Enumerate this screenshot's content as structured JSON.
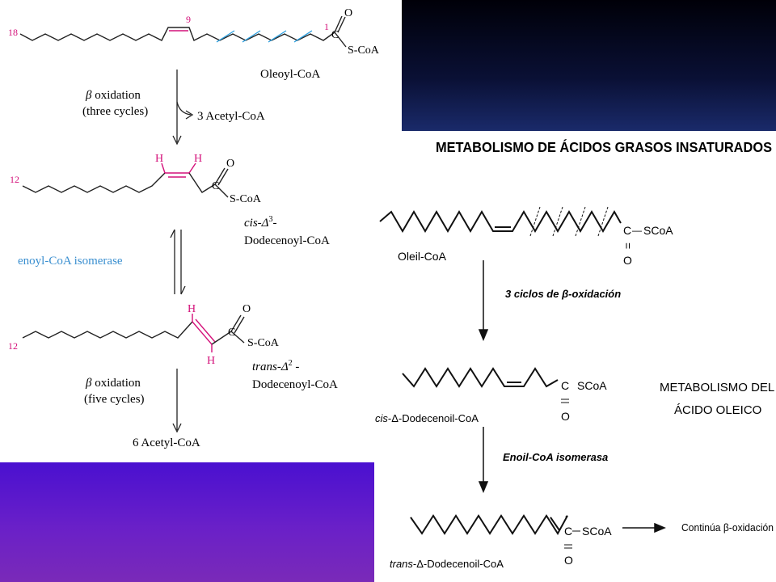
{
  "left": {
    "oleoyl": {
      "num18": "18",
      "num9": "9",
      "num1": "1",
      "carbonyl_o": "O",
      "carbonyl_c": "C",
      "thioester": "S-CoA",
      "name": "Oleoyl-CoA"
    },
    "step1": {
      "greek": "β",
      "line1": "oxidation",
      "line2": "(three cycles)",
      "product": "3 Acetyl-CoA"
    },
    "cis": {
      "num12": "12",
      "h1": "H",
      "h2": "H",
      "carbonyl_o": "O",
      "carbonyl_c": "C",
      "thioester": "S-CoA",
      "name_prefix": "cis-Δ",
      "name_sup": "3",
      "name_dash": "-",
      "name2": "Dodecenoyl-CoA"
    },
    "enzyme": "enoyl-CoA isomerase",
    "trans": {
      "num12": "12",
      "h1": "H",
      "h2": "H",
      "carbonyl_o": "O",
      "carbonyl_c": "C",
      "thioester": "S-CoA",
      "name_prefix": "trans-Δ",
      "name_sup": "2",
      "name_dash": " -",
      "name2": "Dodecenoyl-CoA"
    },
    "step2": {
      "greek": "β",
      "line1": "oxidation",
      "line2": "(five cycles)",
      "product": "6 Acetyl-CoA"
    }
  },
  "right": {
    "heading": "METABOLISMO DE ÁCIDOS GRASOS INSATURADOS",
    "oleil": {
      "name": "Oleil-CoA",
      "c": "C",
      "dash": "—",
      "scoa": "SCoA",
      "eq": "=",
      "o": "O"
    },
    "arrow1": {
      "pre": "3 ciclos de ",
      "greek": "β",
      "post": "-oxidación"
    },
    "cis": {
      "name_italic": "cis",
      "name_delta": "-Δ",
      "name_rest": "-Dodecenoil-CoA",
      "c": "C",
      "scoa": "SCoA",
      "o": "O"
    },
    "side_label": {
      "line1": "METABOLISMO DEL",
      "line2": "ÁCIDO OLEICO"
    },
    "arrow2": "Enoil-CoA isomerasa",
    "trans": {
      "name_italic": "trans",
      "name_delta": "-Δ",
      "name_rest": "-Dodecenoil-CoA",
      "c": "C",
      "scoa": "SCoA",
      "o": "O"
    },
    "continua": {
      "pre": "Continúa ",
      "greek": "β",
      "post": "-oxidación"
    }
  },
  "colors": {
    "pink": "#d4117a",
    "blue_enzyme": "#3a8fd0",
    "hatch": "#2a9fe0"
  }
}
